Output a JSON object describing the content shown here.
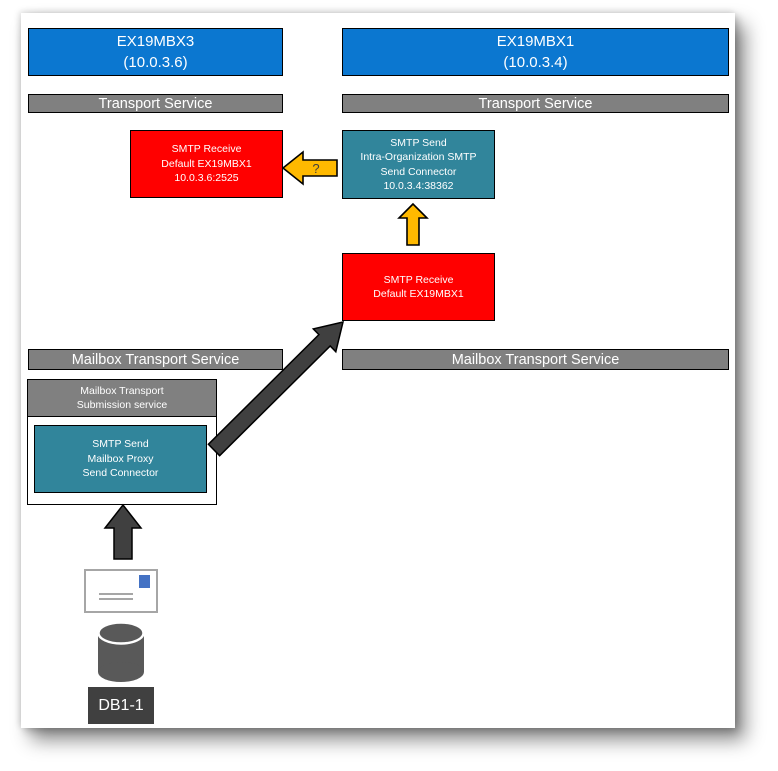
{
  "servers": {
    "left": {
      "name": "EX19MBX3",
      "ip": "(10.0.3.6)"
    },
    "right": {
      "name": "EX19MBX1",
      "ip": "(10.0.3.4)"
    }
  },
  "bars": {
    "transport": "Transport Service",
    "mailbox": "Mailbox Transport Service"
  },
  "nodes": {
    "receive_top_left": {
      "l1": "SMTP Receive",
      "l2": "Default EX19MBX1",
      "l3": "10.0.3.6:2525"
    },
    "send_intra_org": {
      "l1": "SMTP Send",
      "l2": "Intra-Organization SMTP",
      "l3": "Send Connector",
      "l4": "10.0.3.4:38362"
    },
    "receive_mid": {
      "l1": "SMTP Receive",
      "l2": "Default EX19MBX1"
    },
    "submission": {
      "l1": "Mailbox Transport",
      "l2": "Submission service"
    },
    "mailbox_proxy": {
      "l1": "SMTP Send",
      "l2": "Mailbox Proxy",
      "l3": "Send Connector"
    }
  },
  "annotations": {
    "question_mark": "?"
  },
  "database": {
    "label": "DB1-1"
  },
  "colors": {
    "server_blue": "#0b77d0",
    "bar_gray": "#808080",
    "receive_red": "#ff0000",
    "send_teal": "#31859b",
    "arrow_orange": "#ffb900",
    "arrow_dark": "#404040",
    "cylinder_gray": "#595959",
    "db_label_bg": "#404040",
    "stamp_blue": "#4472c4"
  }
}
